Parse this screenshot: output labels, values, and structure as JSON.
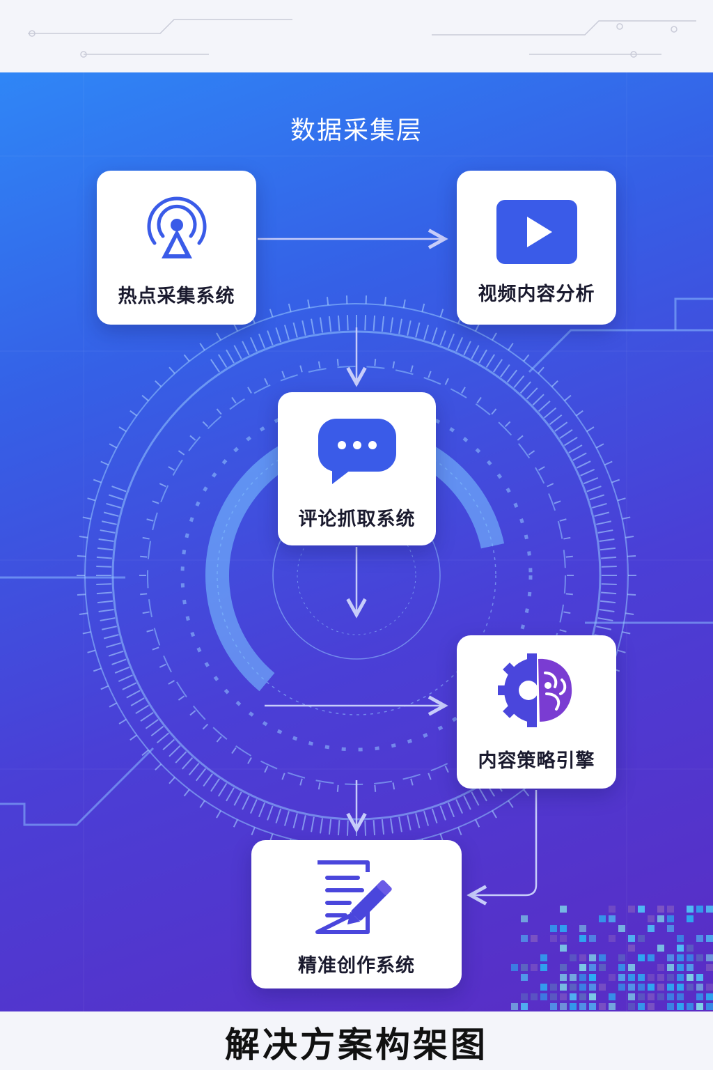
{
  "diagram": {
    "layer_title": "数据采集层",
    "footer_title": "解决方案构架图",
    "colors": {
      "accent_blue": "#3a63e8",
      "accent_purple": "#5b3bd6",
      "card_bg": "#ffffff"
    },
    "nodes": [
      {
        "id": "hotspot",
        "label": "热点采集系统",
        "icon": "broadcast-signal-icon"
      },
      {
        "id": "video",
        "label": "视频内容分析",
        "icon": "video-play-icon"
      },
      {
        "id": "comment",
        "label": "评论抓取系统",
        "icon": "chat-bubble-icon"
      },
      {
        "id": "strategy",
        "label": "内容策略引擎",
        "icon": "gear-brain-icon"
      },
      {
        "id": "writing",
        "label": "精准创作系统",
        "icon": "document-pencil-icon"
      }
    ],
    "edges": [
      {
        "from": "hotspot",
        "to": "video"
      },
      {
        "from": "hotspot",
        "to": "comment"
      },
      {
        "from": "comment",
        "to": "strategy"
      },
      {
        "from": "comment",
        "to": "writing"
      },
      {
        "from": "strategy",
        "to": "writing"
      }
    ]
  }
}
